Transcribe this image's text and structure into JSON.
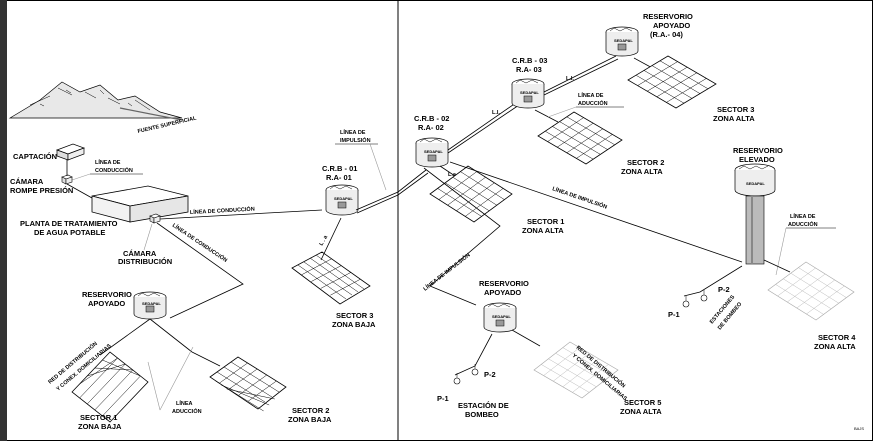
{
  "labels": {
    "captacion": "CAPTACIÓN",
    "fuente": "FUENTE SUPERFICIAL",
    "linea_conduccion_1": "LÍNEA DE",
    "linea_conduccion_2": "CONDUCCIÓN",
    "camara_rp_1": "CÁMARA",
    "camara_rp_2": "ROMPE PRESIÓN",
    "planta_1": "PLANTA DE TRATAMIENTO",
    "planta_2": "DE AGUA POTABLE",
    "linea_conduccion_h": "LÍNEA DE CONDUCCIÓN",
    "camara_dist_1": "CÁMARA",
    "camara_dist_2": "DISTRIBUCIÓN",
    "linea_conduccion_diag": "LÍNEA DE CONDUCCIÓN",
    "res_apoyado_1": "RESERVORIO",
    "res_apoyado_2": "APOYADO",
    "red_dist_1": "RED DE DISTRIBUCIÓN",
    "red_dist_2": "Y CONEX. DOMICILIARIAS",
    "linea_aduccion_l_1": "LÍNEA",
    "linea_aduccion_l_2": "ADUCCIÓN",
    "sector1_baja_1": "SECTOR 1",
    "sector1_baja_2": "ZONA BAJA",
    "sector2_baja_1": "SECTOR 2",
    "sector2_baja_2": "ZONA BAJA",
    "sector3_baja_1": "SECTOR 3",
    "sector3_baja_2": "ZONA BAJA",
    "la_1": "L . a",
    "crb01_1": "C.R.B - 01",
    "crb01_2": "R.A- 01",
    "linea_impulsion_1": "LÍNEA DE",
    "linea_impulsion_2": "IMPULSIÓN",
    "crb02_1": "C.R.B - 02",
    "crb02_2": "R.A- 02",
    "crb03_1": "C.R.B - 03",
    "crb03_2": "R.A- 03",
    "res04_1": "RESERVORIO",
    "res04_2": "APOYADO",
    "res04_3": "(R.A.- 04)",
    "li_1": "L.I.",
    "li_2": "L.I.",
    "la_2": "L.a",
    "linea_aduccion_r_1": "LÍNEA DE",
    "linea_aduccion_r_2": "ADUCCIÓN",
    "sector3_alta_1": "SECTOR 3",
    "sector3_alta_2": "ZONA ALTA",
    "sector2_alta_1": "SECTOR 2",
    "sector2_alta_2": "ZONA ALTA",
    "sector1_alta_1": "SECTOR 1",
    "sector1_alta_2": "ZONA ALTA",
    "res_elevado_1": "RESERVORIO",
    "res_elevado_2": "ELEVADO",
    "linea_impulsion_diag_1": "LÍNEA DE IMPULSIÓN",
    "linea_impulsion_diag_2": "LÍNEA DE IMPULSIÓN",
    "linea_aduccion_e_1": "LÍNEA DE",
    "linea_aduccion_e_2": "ADUCCIÓN",
    "sector4_alta_1": "SECTOR 4",
    "sector4_alta_2": "ZONA ALTA",
    "p1_a": "P-1",
    "p2_a": "P-2",
    "estaciones_1": "ESTACIONES",
    "estaciones_2": "DE BOMBEO",
    "res_apoyado_b_1": "RESERVORIO",
    "res_apoyado_b_2": "APOYADO",
    "red_dist_b_1": "RED DE DISTRIBUCIÓN",
    "red_dist_b_2": "Y CONEX. DOMICILIARIAS",
    "p1_b": "P-1",
    "p2_b": "P-2",
    "estacion_b_1": "ESTACIÓN DE",
    "estacion_b_2": "BOMBEO",
    "sector5_alta_1": "SECTOR 5",
    "sector5_alta_2": "ZONA ALTA",
    "sedapal": "SEDAPAL",
    "footer": "BAJS"
  }
}
